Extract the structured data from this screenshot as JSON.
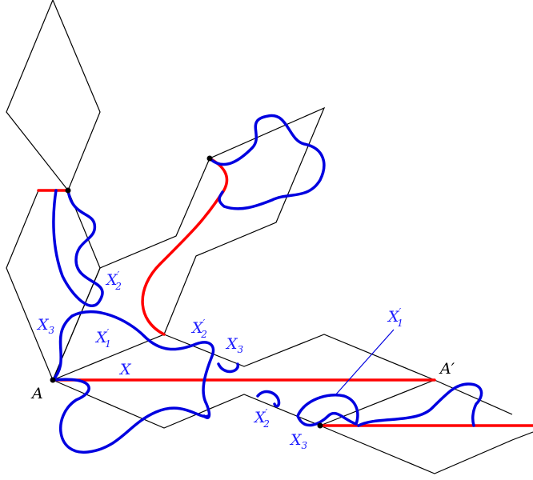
{
  "colors": {
    "outline": "#000000",
    "segment": "#ff0000",
    "curve": "#0000e0",
    "label_blue": "#1a1aff",
    "label_black": "#000000"
  },
  "labels": {
    "A": "A",
    "A_prime": "A′",
    "X": "X",
    "X3_sub": "3",
    "X2_sub": "2",
    "X1_sub": "1",
    "prime": "′"
  }
}
